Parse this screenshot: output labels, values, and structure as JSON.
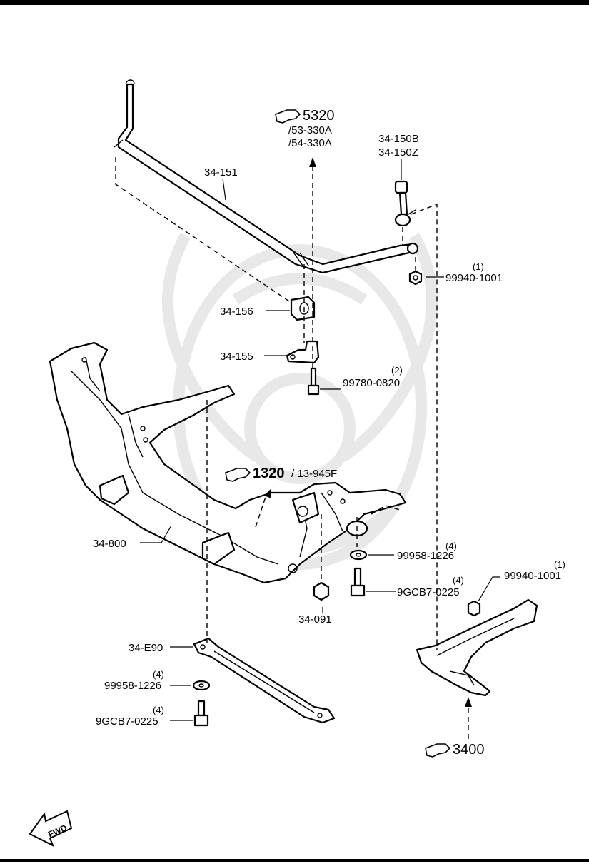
{
  "labels": {
    "stabilizer": "34-151",
    "bushing": "34-156",
    "bracket": "34-155",
    "bolt_bracket": "99780-0820",
    "bolt_bracket_qty": "(2)",
    "link_b": "34-150B",
    "link_z": "34-150Z",
    "nut_link": "99940-1001",
    "nut_link_qty": "(1)",
    "crossmember": "34-800",
    "nut_crossmember": "34-091",
    "washer_right": "99958-1226",
    "washer_right_qty": "(4)",
    "bolt_right": "9GCB7-0225",
    "bolt_right_qty": "(4)",
    "nut_arm": "99940-1001",
    "nut_arm_qty": "(1)",
    "brace": "34-E90",
    "washer_left": "99958-1226",
    "washer_left_qty": "(4)",
    "bolt_left": "9GCB7-0225",
    "bolt_left_qty": "(4)"
  },
  "refs": {
    "top_ref": "5320",
    "top_sub_1": "/53-330A",
    "top_sub_2": "/54-330A",
    "mid_ref": "1320",
    "mid_sub": "/ 13-945F",
    "bottom_ref": "3400"
  },
  "fwd_label": "FWD"
}
